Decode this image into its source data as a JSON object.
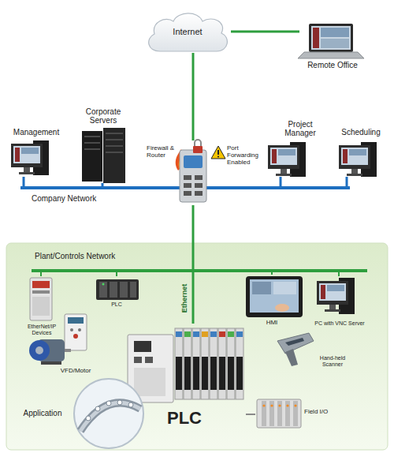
{
  "diagram": {
    "nodes": [
      {
        "text": [
          "Internet"
        ]
      },
      {
        "text": [
          "Remote Office"
        ]
      },
      {
        "text": [
          "Management"
        ]
      },
      {
        "text": [
          "Corporate Servers"
        ]
      },
      {
        "text": [
          "Firewall & Router"
        ]
      },
      {
        "text": [
          "Project Manager"
        ]
      },
      {
        "text": [
          "Scheduling"
        ]
      },
      {
        "text": [
          "Company Network"
        ]
      },
      {
        "text": [
          "Plant/Controls Network"
        ]
      },
      {
        "text": [
          "EtherNet/IP Devices"
        ]
      },
      {
        "text": [
          "PLC"
        ]
      },
      {
        "text": [
          "HMI"
        ]
      },
      {
        "text": [
          "PC with VNC Server"
        ]
      },
      {
        "text": [
          "VFD/Motor"
        ]
      },
      {
        "text": [
          "PLC"
        ]
      },
      {
        "text": [
          "Hand-held Scanner"
        ]
      },
      {
        "text": [
          "Application"
        ]
      },
      {
        "text": [
          "Field I/O"
        ]
      }
    ],
    "edges": [
      {
        "from": 0,
        "to": 1,
        "arrow": "none"
      },
      {
        "from": 0,
        "to": 4,
        "arrow": "none"
      },
      {
        "from": 2,
        "to": 7,
        "arrow": "none"
      },
      {
        "from": 3,
        "to": 7,
        "arrow": "none"
      },
      {
        "from": 5,
        "to": 7,
        "arrow": "none"
      },
      {
        "from": 6,
        "to": 7,
        "arrow": "none"
      },
      {
        "from": 4,
        "to": 8,
        "arrow": "none"
      },
      {
        "from": 9,
        "to": 8,
        "arrow": "none"
      },
      {
        "from": 10,
        "to": 8,
        "arrow": "none"
      },
      {
        "from": 11,
        "to": 8,
        "arrow": "none"
      },
      {
        "from": 12,
        "to": 8,
        "arrow": "none"
      },
      {
        "from": 8,
        "to": 14,
        "label": "Ethernet",
        "arrow": "none"
      },
      {
        "from": 14,
        "to": 17,
        "arrow": "none"
      }
    ],
    "labels": [
      "Port Forwarding Enabled"
    ]
  }
}
